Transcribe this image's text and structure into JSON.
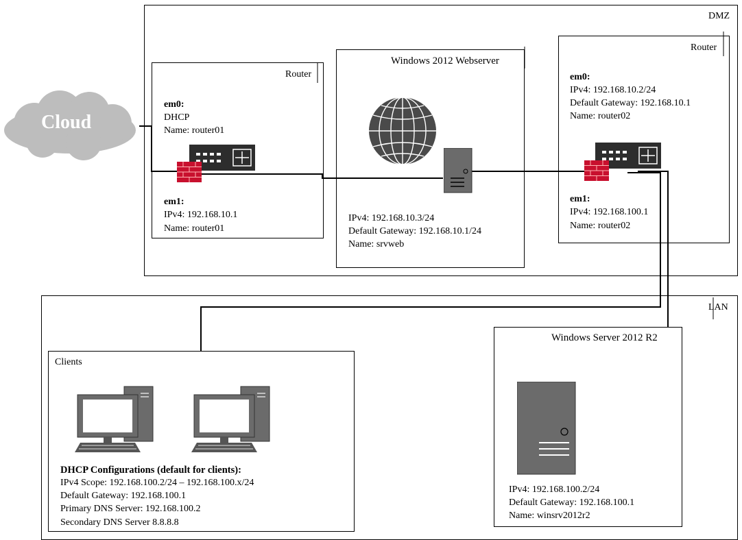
{
  "dmz": {
    "label": "DMZ"
  },
  "lan": {
    "label": "LAN"
  },
  "cloud": {
    "label": "Cloud"
  },
  "router1": {
    "title": "Router",
    "em0_title": "em0:",
    "em0_line1": "DHCP",
    "em0_line2": "Name: router01",
    "em1_title": "em1:",
    "em1_line1": "IPv4:  192.168.10.1",
    "em1_line2": "Name: router01"
  },
  "webserver": {
    "title": "Windows 2012 Webserver",
    "line1": "IPv4:  192.168.10.3/24",
    "line2": "Default Gateway:  192.168.10.1/24",
    "line3": "Name:  srvweb"
  },
  "router2": {
    "title": "Router",
    "em0_title": "em0:",
    "em0_line1": "IPv4:  192.168.10.2/24",
    "em0_line2": "Default Gateway:  192.168.10.1",
    "em0_line3": "Name:  router02",
    "em1_title": "em1:",
    "em1_line1": "IPv4:  192.168.100.1",
    "em1_line2": "Name:  router02"
  },
  "clients": {
    "title": "Clients",
    "dhcp_title": "DHCP Configurations (default for clients):",
    "line1": "IPv4 Scope:  192.168.100.2/24 – 192.168.100.x/24",
    "line2": "Default Gateway:  192.168.100.1",
    "line3": "Primary DNS Server:  192.168.100.2",
    "line4": "Secondary DNS Server 8.8.8.8"
  },
  "winserver": {
    "title": "Windows Server 2012 R2",
    "line1": "IPv4:  192.168.100.2/24",
    "line2": "Default Gateway:  192.168.100.1",
    "line3": "Name:  winsrv2012r2"
  },
  "colors": {
    "firewall": "#c8102e",
    "device": "#2d2d2d",
    "globe": "#4a4a4a",
    "server": "#6b6b6b",
    "cloud": "#bdbdbd"
  }
}
